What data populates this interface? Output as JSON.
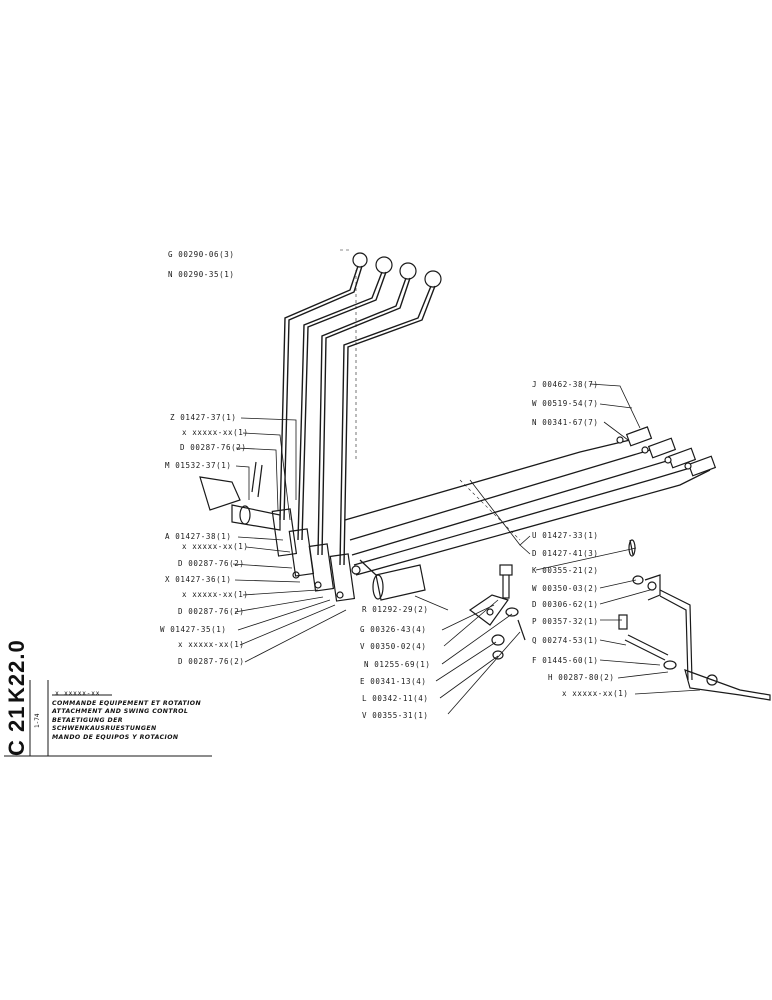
{
  "sheet": {
    "code_prefix": "C 21",
    "code": "K22.0",
    "date": "1-74",
    "ref_code": "x xxxxx-xx",
    "title_fr": "COMMANDE EQUIPEMENT ET ROTATION",
    "title_en": "ATTACHMENT AND SWING CONTROL",
    "title_de": "BETAETIGUNG DER SCHWENKAUSRUESTUNGEN",
    "title_es": "MANDO DE EQUIPOS Y ROTACION"
  },
  "left_labels": [
    "G 00290-06(3)",
    "N 00290-35(1)",
    "Z 01427-37(1)",
    "x xxxxx-xx(1)",
    "D 00287-76(2)",
    "M 01532-37(1)",
    "A 01427-38(1)",
    "x xxxxx-xx(1)",
    "D 00287-76(2)",
    "X 01427-36(1)",
    "x xxxxx-xx(1)",
    "D 00287-76(2)",
    "W 01427-35(1)",
    "x xxxxx-xx(1)",
    "D 00287-76(2)"
  ],
  "right_labels": [
    "J 00462-38(7)",
    "W 00519-54(7)",
    "N 00341-67(7)",
    "U 01427-33(1)",
    "D 01427-41(3)",
    "K 00355-21(2)",
    "W 00350-03(2)",
    "D 00306-62(1)",
    "P 00357-32(1)",
    "Q 00274-53(1)",
    "F 01445-60(1)",
    "H 00287-80(2)",
    "x xxxxx-xx(1)"
  ],
  "center_labels": [
    "R 01292-29(2)",
    "G 00326-43(4)",
    "V 00350-02(4)",
    "N 01255-69(1)",
    "E 00341-13(4)",
    "L 00342-11(4)",
    "V 00355-31(1)"
  ]
}
